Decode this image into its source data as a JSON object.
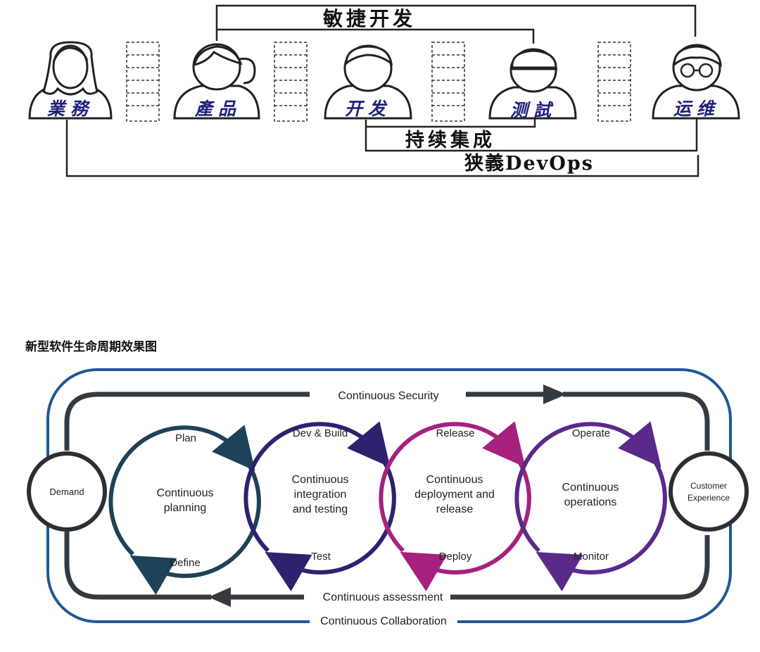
{
  "top": {
    "roles": [
      "業務",
      "產品",
      "开发",
      "测試",
      "运维"
    ],
    "labels": {
      "agile": "敏捷开发",
      "ci": "持续集成",
      "devops": "狭義DevOps"
    }
  },
  "bottom": {
    "caption": "新型软件生命周期效果图",
    "demand": "Demand",
    "customer_line1": "Customer",
    "customer_line2": "Experience",
    "security": "Continuous Security",
    "assessment": "Continuous assessment",
    "collaboration": "Continuous Collaboration",
    "loops": [
      {
        "title": [
          "Continuous",
          "planning"
        ],
        "top_label": "Plan",
        "bottom_label": "Define",
        "color": "#1e4257"
      },
      {
        "title": [
          "Continuous",
          "integration",
          "and testing"
        ],
        "top_label": "Dev & Build",
        "bottom_label": "Test",
        "color": "#2c226e"
      },
      {
        "title": [
          "Continuous",
          "deployment and",
          "release"
        ],
        "top_label": "Release",
        "bottom_label": "Deploy",
        "color": "#a5217d"
      },
      {
        "title": [
          "Continuous",
          "operations"
        ],
        "top_label": "Operate",
        "bottom_label": "Monitor",
        "color": "#5a2a8a"
      }
    ],
    "colors": {
      "outer_frame": "#1f5799",
      "inner_track": "#333a40",
      "node_stroke": "#2b2f33"
    }
  }
}
